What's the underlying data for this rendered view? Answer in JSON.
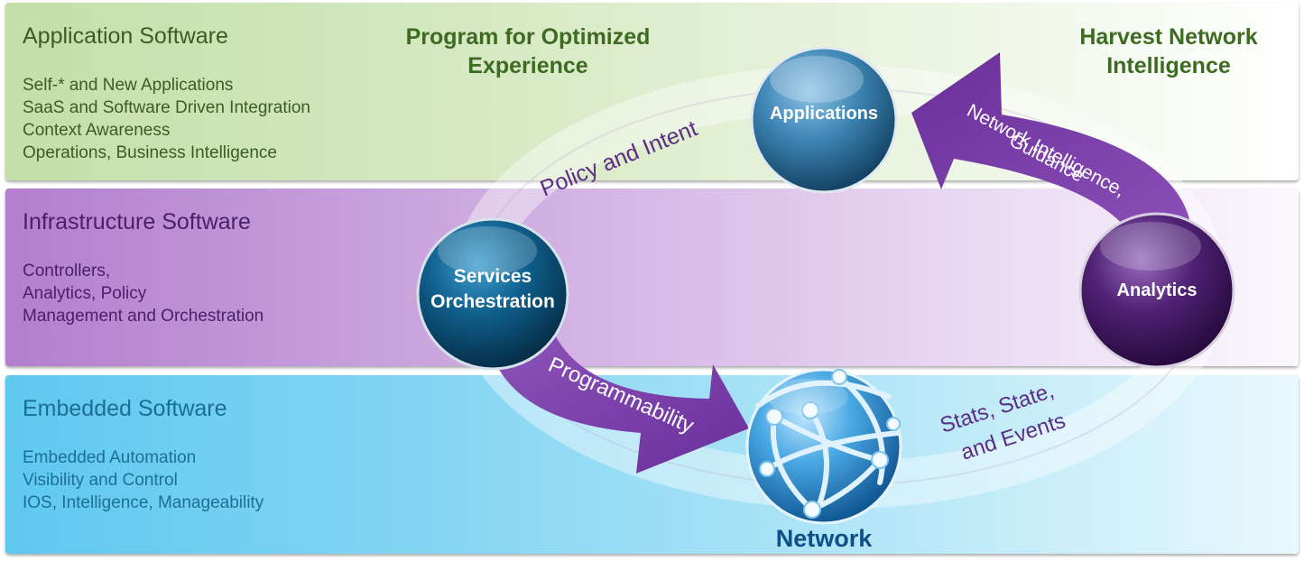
{
  "bands": {
    "application": {
      "title": "Application Software",
      "items": [
        "Self-* and New Applications",
        "SaaS and Software Driven Integration",
        "Context Awareness",
        "Operations, Business Intelligence"
      ]
    },
    "infrastructure": {
      "title": "Infrastructure Software",
      "items": [
        "Controllers,",
        "Analytics, Policy",
        "Management and Orchestration"
      ]
    },
    "embedded": {
      "title": "Embedded Software",
      "items": [
        "Embedded Automation",
        "Visibility and Control",
        "IOS, Intelligence, Manageability"
      ]
    }
  },
  "headings": {
    "left": [
      "Program for Optimized",
      "Experience"
    ],
    "right": [
      "Harvest Network",
      "Intelligence"
    ]
  },
  "nodes": {
    "applications": "Applications",
    "services": [
      "Services",
      "Orchestration"
    ],
    "analytics": "Analytics",
    "network": "Network"
  },
  "arrows": {
    "policy": "Policy and Intent",
    "programmability": "Programmability",
    "stats": [
      "Stats, State,",
      "and Events"
    ],
    "intelligence": [
      "Network Intelligence,",
      "Guidance"
    ]
  },
  "colors": {
    "arrow": "#7a3fa8",
    "applications_node": "#2a6f9c",
    "services_node": "#0f4f73",
    "analytics_node": "#4a1d6e",
    "network_globe": "#2f8fd0"
  }
}
